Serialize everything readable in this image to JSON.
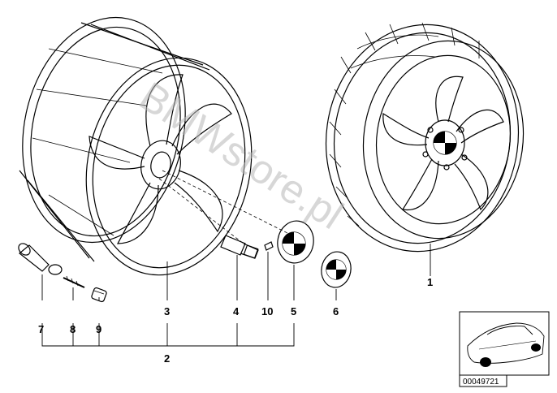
{
  "diagram": {
    "watermark": "BMWstore.pl",
    "diagram_id": "00049721",
    "callouts": [
      {
        "label": "1",
        "part": "complete-wheel-tyre"
      },
      {
        "label": "2",
        "part": "light-alloy-rim-assembly"
      },
      {
        "label": "3",
        "part": "light-alloy-rim"
      },
      {
        "label": "4",
        "part": "wheel-bolt"
      },
      {
        "label": "5",
        "part": "hub-cap"
      },
      {
        "label": "6",
        "part": "emblem"
      },
      {
        "label": "7",
        "part": "valve"
      },
      {
        "label": "8",
        "part": "valve-core"
      },
      {
        "label": "9",
        "part": "valve-cap"
      },
      {
        "label": "10",
        "part": "clip"
      }
    ]
  }
}
